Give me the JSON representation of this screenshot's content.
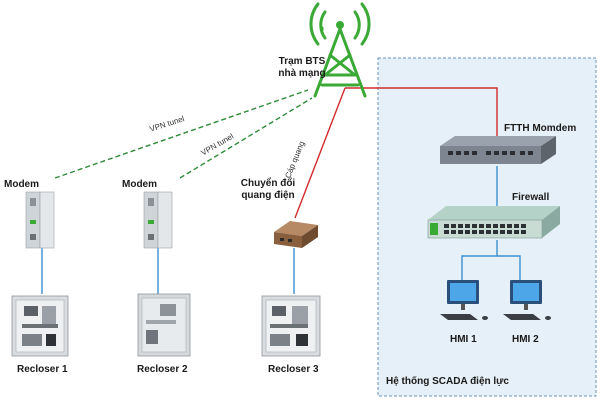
{
  "labels": {
    "bts": [
      "Trạm BTS",
      "nhà mạng"
    ],
    "ftth": "FTTH Momdem",
    "firewall": "Firewall",
    "hmi1": "HMI 1",
    "hmi2": "HMI 2",
    "scada": "Hệ thống SCADA điện lực",
    "modem1": "Modem",
    "modem2": "Modem",
    "converter": [
      "Chuyển đổi",
      "quang điện"
    ],
    "recloser1": "Recloser 1",
    "recloser2": "Recloser 2",
    "recloser3": "Recloser 3",
    "vpn1": "VPN tunel",
    "vpn2": "VPN tunel",
    "fiber": "Cáp quang"
  },
  "colors": {
    "tower": "#3aa935",
    "vpn_line": "#2e8b3a",
    "fiber_line": "#d22a2a",
    "link_line": "#3d8fd0",
    "scada_bg": "#e6f0f8",
    "scada_border": "#6a93b8"
  }
}
